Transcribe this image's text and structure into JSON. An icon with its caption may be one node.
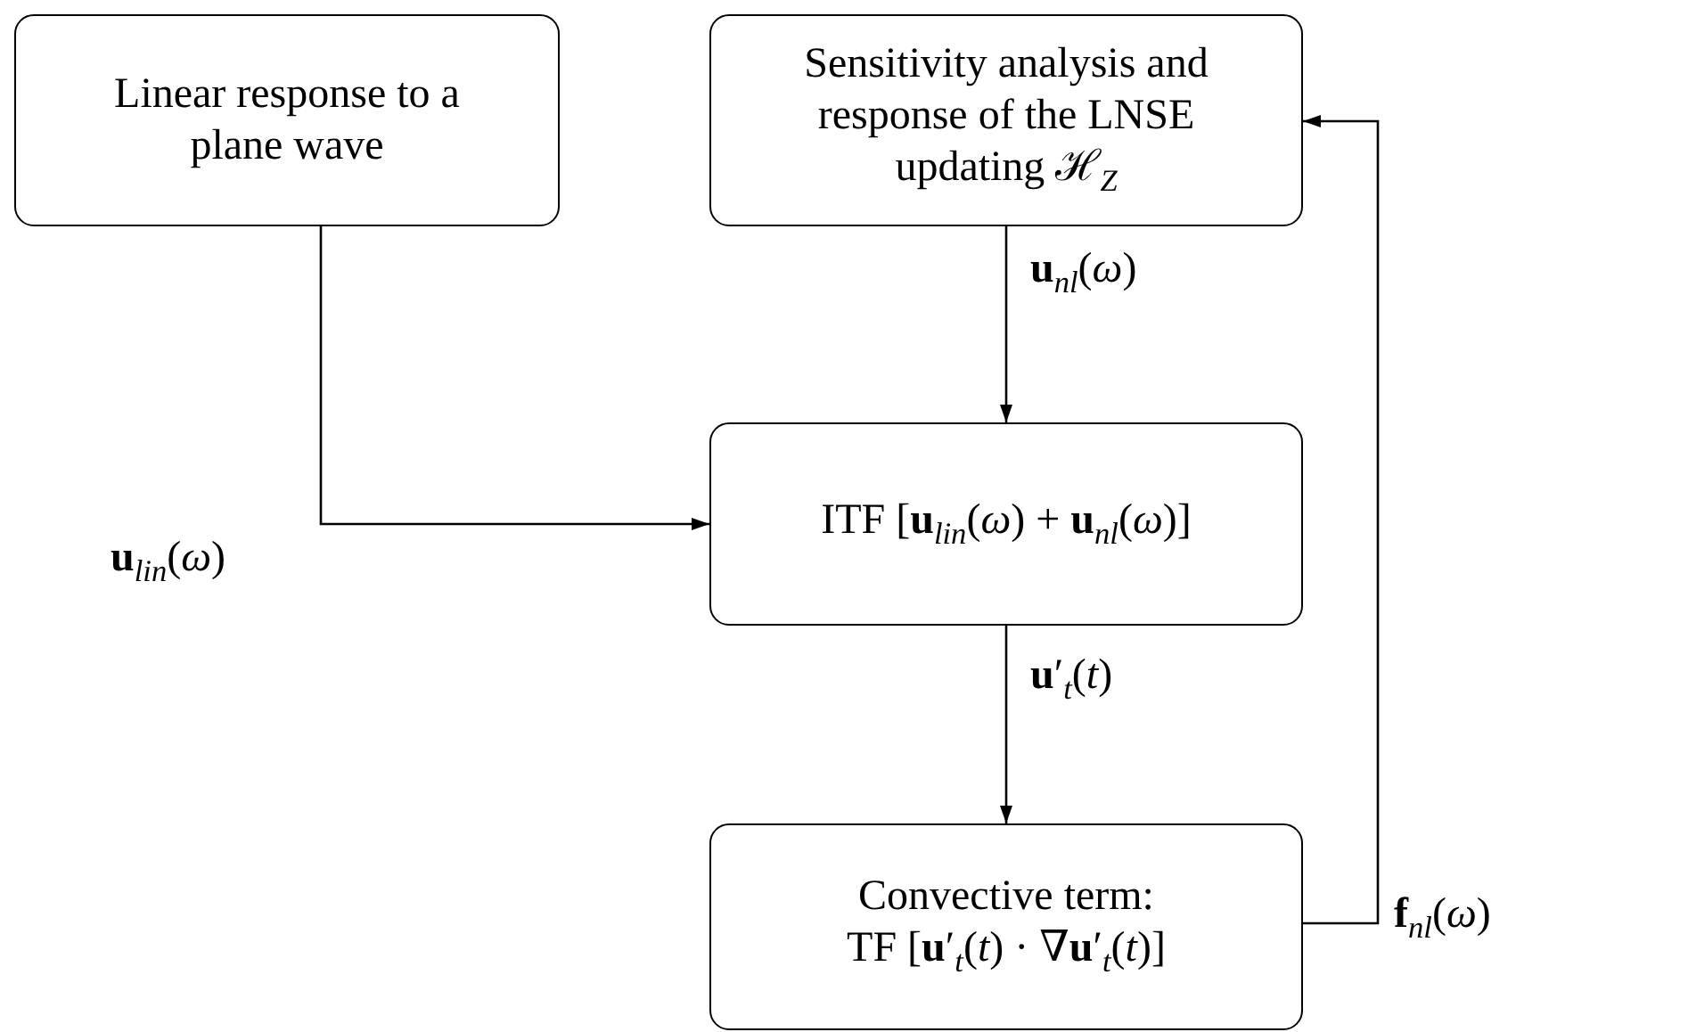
{
  "diagram": {
    "nodes": [
      {
        "text": [
          "Linear response to a plane wave"
        ]
      },
      {
        "text": [
          "Sensitivity analysis and response of the LNSE updating ℋ$_{Z}$"
        ]
      },
      {
        "text": [
          "ITF [**u**$_{lin}$(*ω*) + **u**$_{nl}$(*ω*)]"
        ]
      },
      {
        "text": [
          "Convective term:",
          "TF [**u**′$_{t}$(*t*) · ∇**u**′$_{t}$(*t*)]"
        ]
      }
    ],
    "edges": [
      {
        "from": 0,
        "to": 2,
        "arrow": "to",
        "label": "**u**$_{lin}$(*ω*)"
      },
      {
        "from": 1,
        "to": 2,
        "arrow": "to",
        "label": "**u**$_{nl}$(*ω*)"
      },
      {
        "from": 2,
        "to": 3,
        "arrow": "to",
        "label": "**u**′$_{t}$(*t*)"
      },
      {
        "from": 3,
        "to": 1,
        "arrow": "to",
        "label": "**f**$_{nl}$(*ω*)"
      }
    ]
  }
}
